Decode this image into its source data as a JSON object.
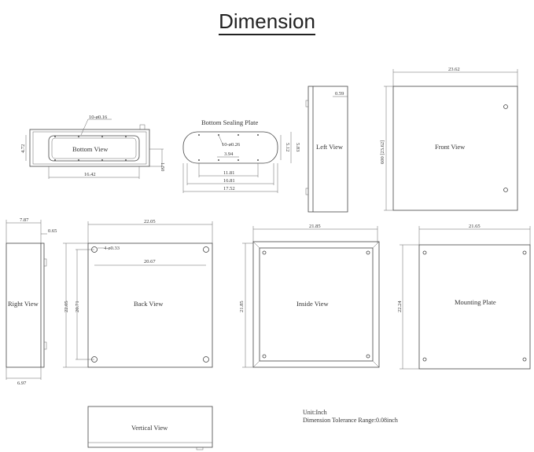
{
  "title": "Dimension",
  "views": {
    "bottom_view": "Bottom View",
    "bottom_sealing_plate": "Bottom Sealing Plate",
    "left_view": "Left View",
    "front_view": "Front View",
    "right_view": "Right View",
    "back_view": "Back View",
    "inside_view": "Inside View",
    "mounting_plate": "Mounting Plate",
    "vertical_view": "Vertical View"
  },
  "dims": {
    "bottom_holes": "10-ø0.16",
    "bottom_h1": "4.72",
    "bottom_h2": "1.50",
    "bottom_w": "16.42",
    "seal_holes": "10-ø0.26",
    "seal_h": "5.12",
    "seal_h2": "5.83",
    "seal_w1": "3.94",
    "seal_w2": "11.81",
    "seal_w3": "16.81",
    "seal_w4": "17.52",
    "left_depth": "0.59",
    "front_w": "23.62",
    "front_h": "600 [23.62]",
    "right_w": "7.87",
    "right_t": "0.65",
    "right_d": "6.97",
    "back_w": "22.05",
    "back_holes": "4-ø0.33",
    "back_hole_w": "20.67",
    "back_h": "22.05",
    "back_hole_h": "20.71",
    "inside_w": "21.85",
    "inside_h": "21.85",
    "mount_w": "21.65",
    "mount_h": "22.24"
  },
  "notes": {
    "unit": "Unit:Inch",
    "tolerance": "Dimension Tolerance Range:0.08inch"
  }
}
